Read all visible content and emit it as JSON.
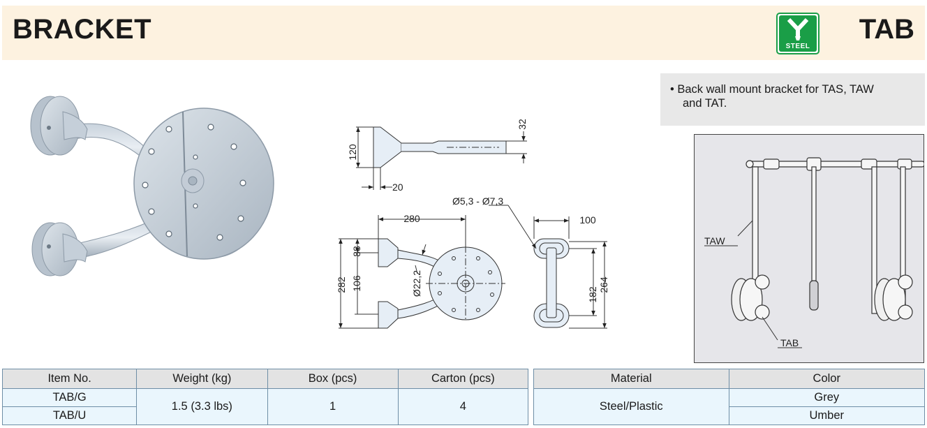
{
  "header": {
    "title": "BRACKET",
    "code": "TAB",
    "badge_label": "STEEL"
  },
  "description": {
    "bullet": "•",
    "line1": "Back wall mount bracket for TAS, TAW",
    "line2": "and TAT."
  },
  "drawing": {
    "dim_120": "120",
    "dim_32": "32",
    "dim_20": "20",
    "dim_280": "280",
    "dim_hole": "Ø5,3 - Ø7,3",
    "dim_100": "100",
    "dim_282": "282",
    "dim_88": "88",
    "dim_106": "106",
    "dim_22_2": "Ø22,2",
    "dim_182": "182",
    "dim_264": "264"
  },
  "diagram": {
    "label_taw": "TAW",
    "label_tab": "TAB"
  },
  "table_left": {
    "headers": [
      "Item No.",
      "Weight (kg)",
      "Box (pcs)",
      "Carton (pcs)"
    ],
    "rows": [
      {
        "item": "TAB/G"
      },
      {
        "item": "TAB/U"
      }
    ],
    "weight": "1.5 (3.3 lbs)",
    "box": "1",
    "carton": "4"
  },
  "table_right": {
    "headers": [
      "Material",
      "Color"
    ],
    "material": "Steel/Plastic",
    "colors": [
      "Grey",
      "Umber"
    ]
  },
  "colors": {
    "header_bg": "#fdf2e0",
    "badge_green": "#1a9e47",
    "table_border": "#6e8ea6",
    "cell_bg": "#eaf6fd"
  }
}
